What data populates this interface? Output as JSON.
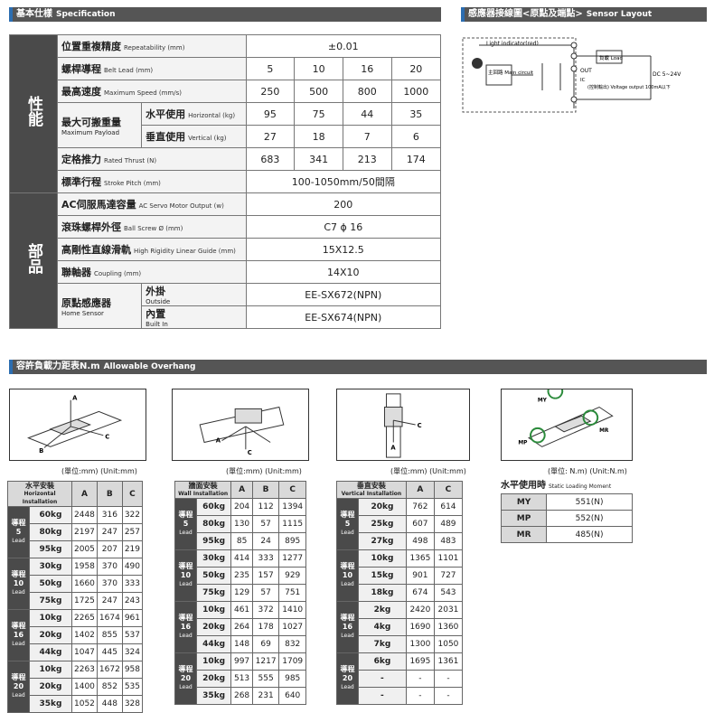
{
  "headers": {
    "spec_zh": "基本仕樣",
    "spec_en": "Specification",
    "sensor_zh": "感應器接線圖<原點及端點>",
    "sensor_en": "Sensor Layout",
    "overhang_zh": "容許負載力距表N.m",
    "overhang_en": "Allowable Overhang"
  },
  "spec": {
    "group1": "性能",
    "group2": "部品",
    "rows": [
      {
        "zh": "位置重複精度",
        "en": "Repeatability (mm)",
        "vals": [
          "±0.01"
        ]
      },
      {
        "zh": "螺桿導程",
        "en": "Belt Lead (mm)",
        "vals": [
          "5",
          "10",
          "16",
          "20"
        ]
      },
      {
        "zh": "最高速度",
        "en": "Maximum Speed (mm/s)",
        "vals": [
          "250",
          "500",
          "800",
          "1000"
        ]
      },
      {
        "zh": "水平使用",
        "en": "Horizontal (kg)",
        "vals": [
          "95",
          "75",
          "44",
          "35"
        ]
      },
      {
        "zh": "垂直使用",
        "en": "Vertical (kg)",
        "vals": [
          "27",
          "18",
          "7",
          "6"
        ]
      },
      {
        "zh": "定格推力",
        "en": "Rated Thrust (N)",
        "vals": [
          "683",
          "341",
          "213",
          "174"
        ]
      },
      {
        "zh": "標準行程",
        "en": "Stroke Pitch (mm)",
        "vals": [
          "100-1050mm/50間隔"
        ]
      },
      {
        "zh": "AC伺服馬達容量",
        "en": "AC Servo Motor Output (w)",
        "vals": [
          "200"
        ]
      },
      {
        "zh": "滾珠螺桿外徑",
        "en": "Ball Screw Ø (mm)",
        "vals": [
          "C7 ϕ 16"
        ]
      },
      {
        "zh": "高剛性直線滑軌",
        "en": "High Rigidity Linear Guide (mm)",
        "vals": [
          "15X12.5"
        ]
      },
      {
        "zh": "聯軸器",
        "en": "Coupling (mm)",
        "vals": [
          "14X10"
        ]
      },
      {
        "zh": "外掛",
        "en": "Outside",
        "vals": [
          "EE-SX672(NPN)"
        ]
      },
      {
        "zh": "內置",
        "en": "Built In",
        "vals": [
          "EE-SX674(NPN)"
        ]
      }
    ],
    "payload_zh": "最大可搬重量",
    "payload_en": "Maximum Payload",
    "home_zh": "原點感應器",
    "home_en": "Home Sensor"
  },
  "sensor": {
    "light": "Light indicator(red)",
    "main": "主回路 Main circuit",
    "load": "負載 Load",
    "out": "OUT",
    "dc": "DC 5~24V",
    "ic": "IC",
    "vo": "(控制輸出) Voltage output 100mA以下"
  },
  "unit_label": "(單位:mm) (Unit:mm)",
  "unit_nm": "(單位: N.m) (Unit:N.m)",
  "lead_word": "Lead",
  "stroke_word": "導程",
  "horizontal": {
    "title": "水平安裝",
    "sub": "Horizontal Installation",
    "cols": [
      "A",
      "B",
      "C"
    ],
    "groups": [
      {
        "lead": "5",
        "rows": [
          [
            "60kg",
            "2448",
            "316",
            "322"
          ],
          [
            "80kg",
            "2197",
            "247",
            "257"
          ],
          [
            "95kg",
            "2005",
            "207",
            "219"
          ]
        ]
      },
      {
        "lead": "10",
        "rows": [
          [
            "30kg",
            "1958",
            "370",
            "490"
          ],
          [
            "50kg",
            "1660",
            "370",
            "333"
          ],
          [
            "75kg",
            "1725",
            "247",
            "243"
          ]
        ]
      },
      {
        "lead": "16",
        "rows": [
          [
            "10kg",
            "2265",
            "1674",
            "961"
          ],
          [
            "20kg",
            "1402",
            "855",
            "537"
          ],
          [
            "44kg",
            "1047",
            "445",
            "324"
          ]
        ]
      },
      {
        "lead": "20",
        "rows": [
          [
            "10kg",
            "2263",
            "1672",
            "958"
          ],
          [
            "20kg",
            "1400",
            "852",
            "535"
          ],
          [
            "35kg",
            "1052",
            "448",
            "328"
          ]
        ]
      }
    ]
  },
  "wall": {
    "title": "牆面安裝",
    "sub": "Wall Installation",
    "cols": [
      "A",
      "B",
      "C"
    ],
    "groups": [
      {
        "lead": "5",
        "rows": [
          [
            "60kg",
            "204",
            "112",
            "1394"
          ],
          [
            "80kg",
            "130",
            "57",
            "1115"
          ],
          [
            "95kg",
            "85",
            "24",
            "895"
          ]
        ]
      },
      {
        "lead": "10",
        "rows": [
          [
            "30kg",
            "414",
            "333",
            "1277"
          ],
          [
            "50kg",
            "235",
            "157",
            "929"
          ],
          [
            "75kg",
            "129",
            "57",
            "751"
          ]
        ]
      },
      {
        "lead": "16",
        "rows": [
          [
            "10kg",
            "461",
            "372",
            "1410"
          ],
          [
            "20kg",
            "264",
            "178",
            "1027"
          ],
          [
            "44kg",
            "148",
            "69",
            "832"
          ]
        ]
      },
      {
        "lead": "20",
        "rows": [
          [
            "10kg",
            "997",
            "1217",
            "1709"
          ],
          [
            "20kg",
            "513",
            "555",
            "985"
          ],
          [
            "35kg",
            "268",
            "231",
            "640"
          ]
        ]
      }
    ]
  },
  "vertical": {
    "title": "垂直安裝",
    "sub": "Vertical Installation",
    "cols": [
      "A",
      "C"
    ],
    "groups": [
      {
        "lead": "5",
        "rows": [
          [
            "20kg",
            "762",
            "614"
          ],
          [
            "25kg",
            "607",
            "489"
          ],
          [
            "27kg",
            "498",
            "483"
          ]
        ]
      },
      {
        "lead": "10",
        "rows": [
          [
            "10kg",
            "1365",
            "1101"
          ],
          [
            "15kg",
            "901",
            "727"
          ],
          [
            "18kg",
            "674",
            "543"
          ]
        ]
      },
      {
        "lead": "16",
        "rows": [
          [
            "2kg",
            "2420",
            "2031"
          ],
          [
            "4kg",
            "1690",
            "1360"
          ],
          [
            "7kg",
            "1300",
            "1050"
          ]
        ]
      },
      {
        "lead": "20",
        "rows": [
          [
            "6kg",
            "1695",
            "1361"
          ],
          [
            "-",
            "-",
            "-"
          ],
          [
            "-",
            "-",
            "-"
          ]
        ]
      }
    ]
  },
  "static": {
    "title": "水平使用時",
    "sub": "Static Loading Moment",
    "rows": [
      [
        "MY",
        "551(N)"
      ],
      [
        "MP",
        "552(N)"
      ],
      [
        "MR",
        "485(N)"
      ]
    ]
  },
  "diagram_labels": {
    "a": "A",
    "b": "B",
    "c": "C"
  },
  "moment_labels": {
    "my": "MY",
    "mp": "MP",
    "mr": "MR"
  }
}
